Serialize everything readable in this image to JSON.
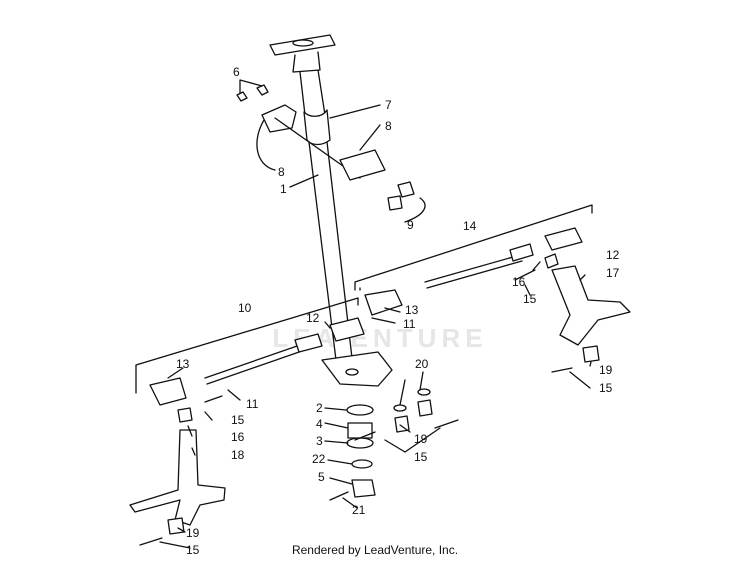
{
  "footer": {
    "text": "Rendered by LeadVenture, Inc."
  },
  "watermark": {
    "text": "LEADVENTURE",
    "visible_text": "LEA  ENTURE"
  },
  "callouts": {
    "c6": "6",
    "c7": "7",
    "c8a": "8",
    "c8b": "8",
    "c1": "1",
    "c9": "9",
    "c14": "14",
    "c12a": "12",
    "c17": "17",
    "c16a": "16",
    "c15a": "15",
    "c13a": "13",
    "c11a": "11",
    "c10": "10",
    "c12b": "12",
    "c20": "20",
    "c19a": "19",
    "c15b": "15",
    "c13b": "13",
    "c11b": "11",
    "c15c": "15",
    "c16b": "16",
    "c18": "18",
    "c2": "2",
    "c4": "4",
    "c3": "3",
    "c22": "22",
    "c5": "5",
    "c21": "21",
    "c19b": "19",
    "c15d": "15",
    "c19c": "19",
    "c15e": "15"
  },
  "colors": {
    "line": "#111111",
    "watermark": "#e6e6e6"
  }
}
